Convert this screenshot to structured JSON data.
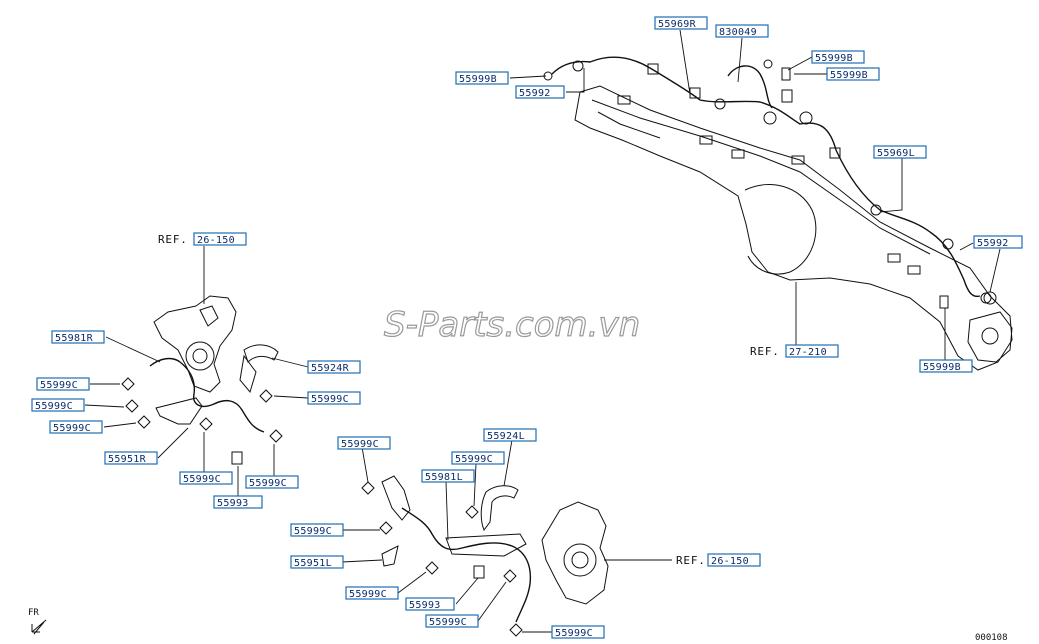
{
  "labels": {
    "upper_harness_top": "55969R",
    "upper_clamp": "830049",
    "upper_bolt_left": "55999B",
    "upper_clip": "55992",
    "upper_bolt_right_1": "55999B",
    "upper_bolt_right_2": "55999B",
    "upper_harness_right": "55969L",
    "upper_clip_right": "55992",
    "upper_bolt_bottom": "55999B",
    "left_sensor": "55981R",
    "left_bolt_1": "55999C",
    "left_bolt_2": "55999C",
    "left_bolt_3": "55999C",
    "left_bracket": "55951R",
    "left_cover": "55924R",
    "left_bolt_right": "55999C",
    "left_bolt_bottom_1": "55999C",
    "left_bolt_bottom_2": "55999C",
    "left_clip": "55993",
    "right_bolt_top": "55999C",
    "right_cover": "55924L",
    "right_bolt_mid": "55999C",
    "right_sensor": "55981L",
    "right_bolt_1": "55999C",
    "right_bracket": "55951L",
    "right_bolt_2": "55999C",
    "right_clip": "55993",
    "right_bolt_3": "55999C",
    "right_bolt_4": "55999C"
  },
  "refs": {
    "left_knuckle": {
      "prefix": "REF.",
      "code": "26-150"
    },
    "axle": {
      "prefix": "REF.",
      "code": "27-210"
    },
    "right_knuckle": {
      "prefix": "REF.",
      "code": "26-150"
    }
  },
  "watermark": "S-Parts.com.vn",
  "orientation": "FR",
  "diagram_id": "000108"
}
